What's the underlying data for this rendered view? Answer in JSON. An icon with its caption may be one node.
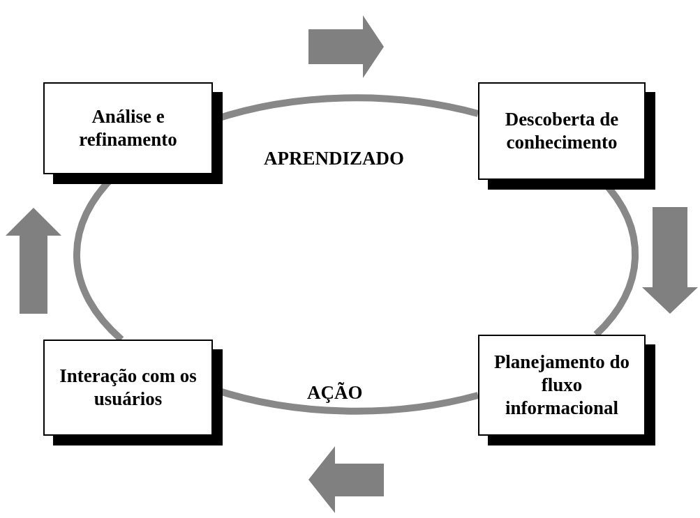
{
  "diagram": {
    "nodes": [
      {
        "text": [
          "Análise e refinamento"
        ]
      },
      {
        "text": [
          "Descoberta de conhecimento"
        ]
      },
      {
        "text": [
          "Interação com os usuários"
        ]
      },
      {
        "text": [
          "Planejamento do fluxo informacional"
        ]
      }
    ],
    "edges": [
      {
        "from": 0,
        "to": 1,
        "arrow": "none"
      },
      {
        "from": 1,
        "to": 3,
        "arrow": "none"
      },
      {
        "from": 3,
        "to": 2,
        "arrow": "none"
      },
      {
        "from": 2,
        "to": 0,
        "arrow": "none"
      }
    ],
    "labels": [
      "APRENDIZADO",
      "AÇÃO"
    ]
  }
}
